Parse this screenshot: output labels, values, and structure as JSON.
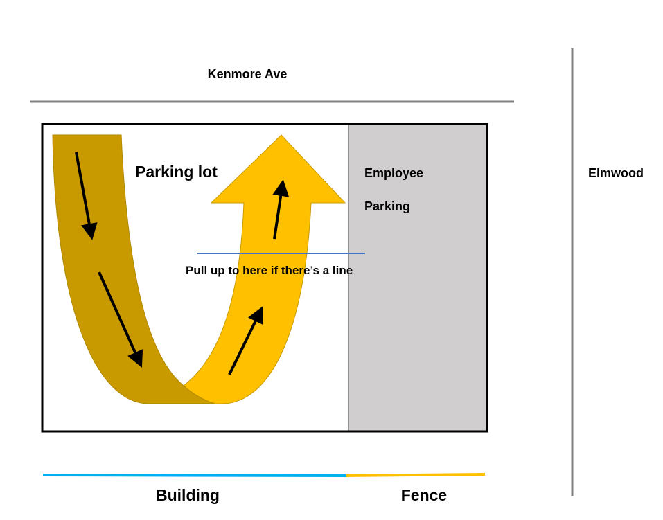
{
  "labels": {
    "street_top": "Kenmore Ave",
    "street_right": "Elmwood",
    "lot": "Parking lot",
    "employee_line1": "Employee",
    "employee_line2": "Parking",
    "queue_note": "Pull up to here if there’s a line",
    "building": "Building",
    "fence": "Fence"
  },
  "colors": {
    "street": "#808080",
    "employee_area": "#d0cece",
    "path_entry": "#c99a00",
    "path_exit": "#ffc000",
    "queue_line": "#4472c4",
    "building_edge": "#00b0f0",
    "fence_edge": "#ffc000"
  }
}
